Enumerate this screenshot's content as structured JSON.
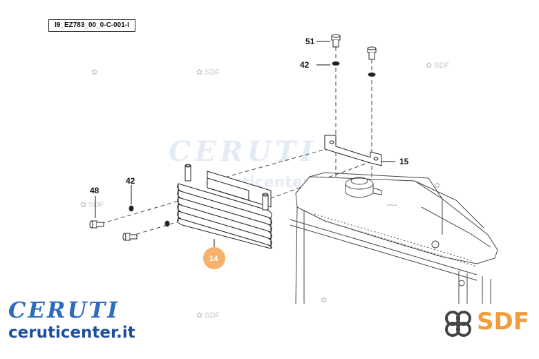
{
  "drawing_code": "I9_EZ783_00_0-C-001-I",
  "callouts": {
    "c51": "51",
    "c42_top": "42",
    "c15": "15",
    "c48": "48",
    "c42_left": "42",
    "c14": "14"
  },
  "colors": {
    "badge": "#f6b26b",
    "brand_blue": "#2f6cc0",
    "sdf_orange": "#f29d3a"
  },
  "watermarks": {
    "sdf_mark": "SDF",
    "ceruti_mark": "CERUTI",
    "site_mark": "ceruticenter.it"
  },
  "brand": {
    "name": "CERUTI",
    "site": "ceruticenter.it",
    "partner": "SDF",
    "partner_icon": "sdf-knot-icon"
  }
}
